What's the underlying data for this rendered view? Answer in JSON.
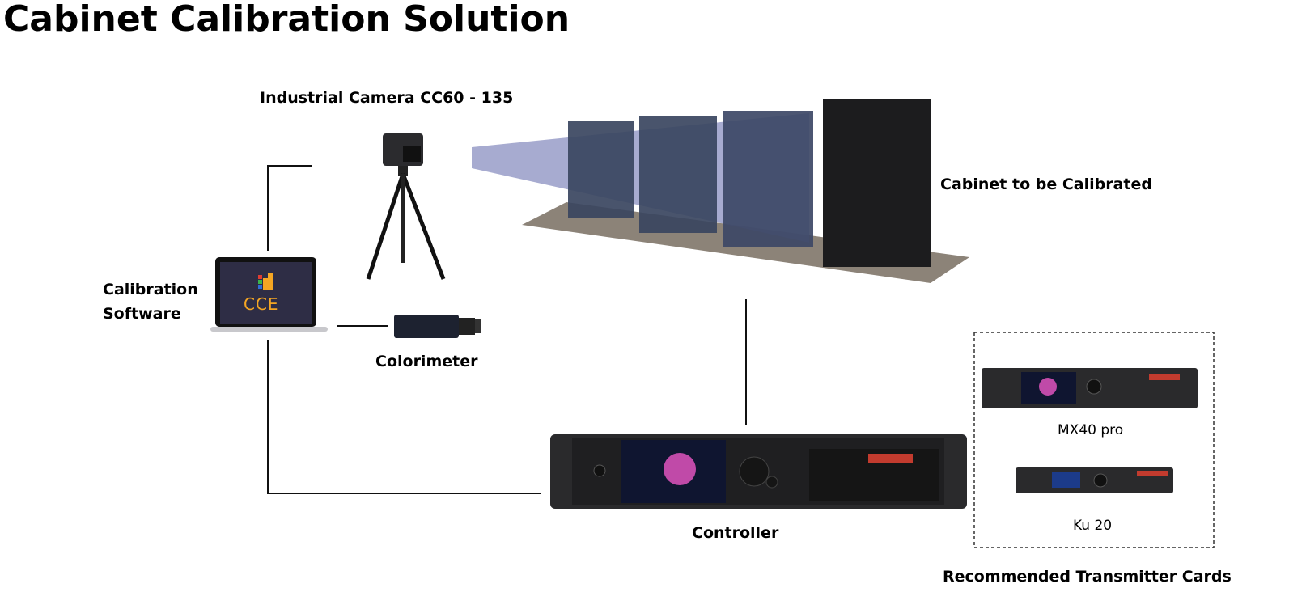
{
  "title": "Cabinet Calibration Solution",
  "labels": {
    "camera": "Industrial Camera CC60 - 135",
    "cabinet": "Cabinet to be Calibrated",
    "software_line1": "Calibration",
    "software_line2": "Software",
    "colorimeter": "Colorimeter",
    "controller": "Controller",
    "card1": "MX40 pro",
    "card2": "Ku 20",
    "cards_group": "Recommended Transmitter Cards"
  },
  "software_logo": "CCE",
  "colors": {
    "accent": "#f5a623",
    "screen": "#2e2d45",
    "beam": "#8a8fc0",
    "panel": "#3a4560"
  }
}
